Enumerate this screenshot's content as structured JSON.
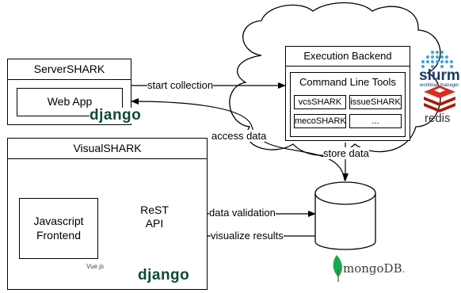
{
  "server_shark": {
    "title": "ServerSHARK",
    "web_app_label": "Web App",
    "framework_logo": "django"
  },
  "visual_shark": {
    "title": "VisualSHARK",
    "frontend_label_line1": "Javascript",
    "frontend_label_line2": "Frontend",
    "api_label_line1": "ReST",
    "api_label_line2": "API",
    "vue_logo_text": "Vue.js",
    "framework_logo": "django"
  },
  "execution_backend": {
    "title": "Execution Backend",
    "cli_title": "Command Line Tools",
    "tools": [
      "vcsSHARK",
      "issueSHARK",
      "mecoSHARK",
      "..."
    ],
    "slurm_logo": "slurm",
    "slurm_tagline": "workload manager",
    "redis_logo": "redis"
  },
  "database": {
    "logo_text": "mongoDB",
    "logo_suffix": "."
  },
  "edges": {
    "start_collection": "start collection",
    "access_data": "access data",
    "store_data": "store data",
    "data_validation": "data validation",
    "visualize_results": "visualize results"
  },
  "colors": {
    "django_green": "#0c4b33",
    "vue_green": "#41b883",
    "vue_dark": "#35495e",
    "slurm_blue": "#3ea6dc",
    "slurm_navy": "#1a3b6b",
    "redis_red": "#d82c20",
    "mongo_green": "#13aa52"
  }
}
